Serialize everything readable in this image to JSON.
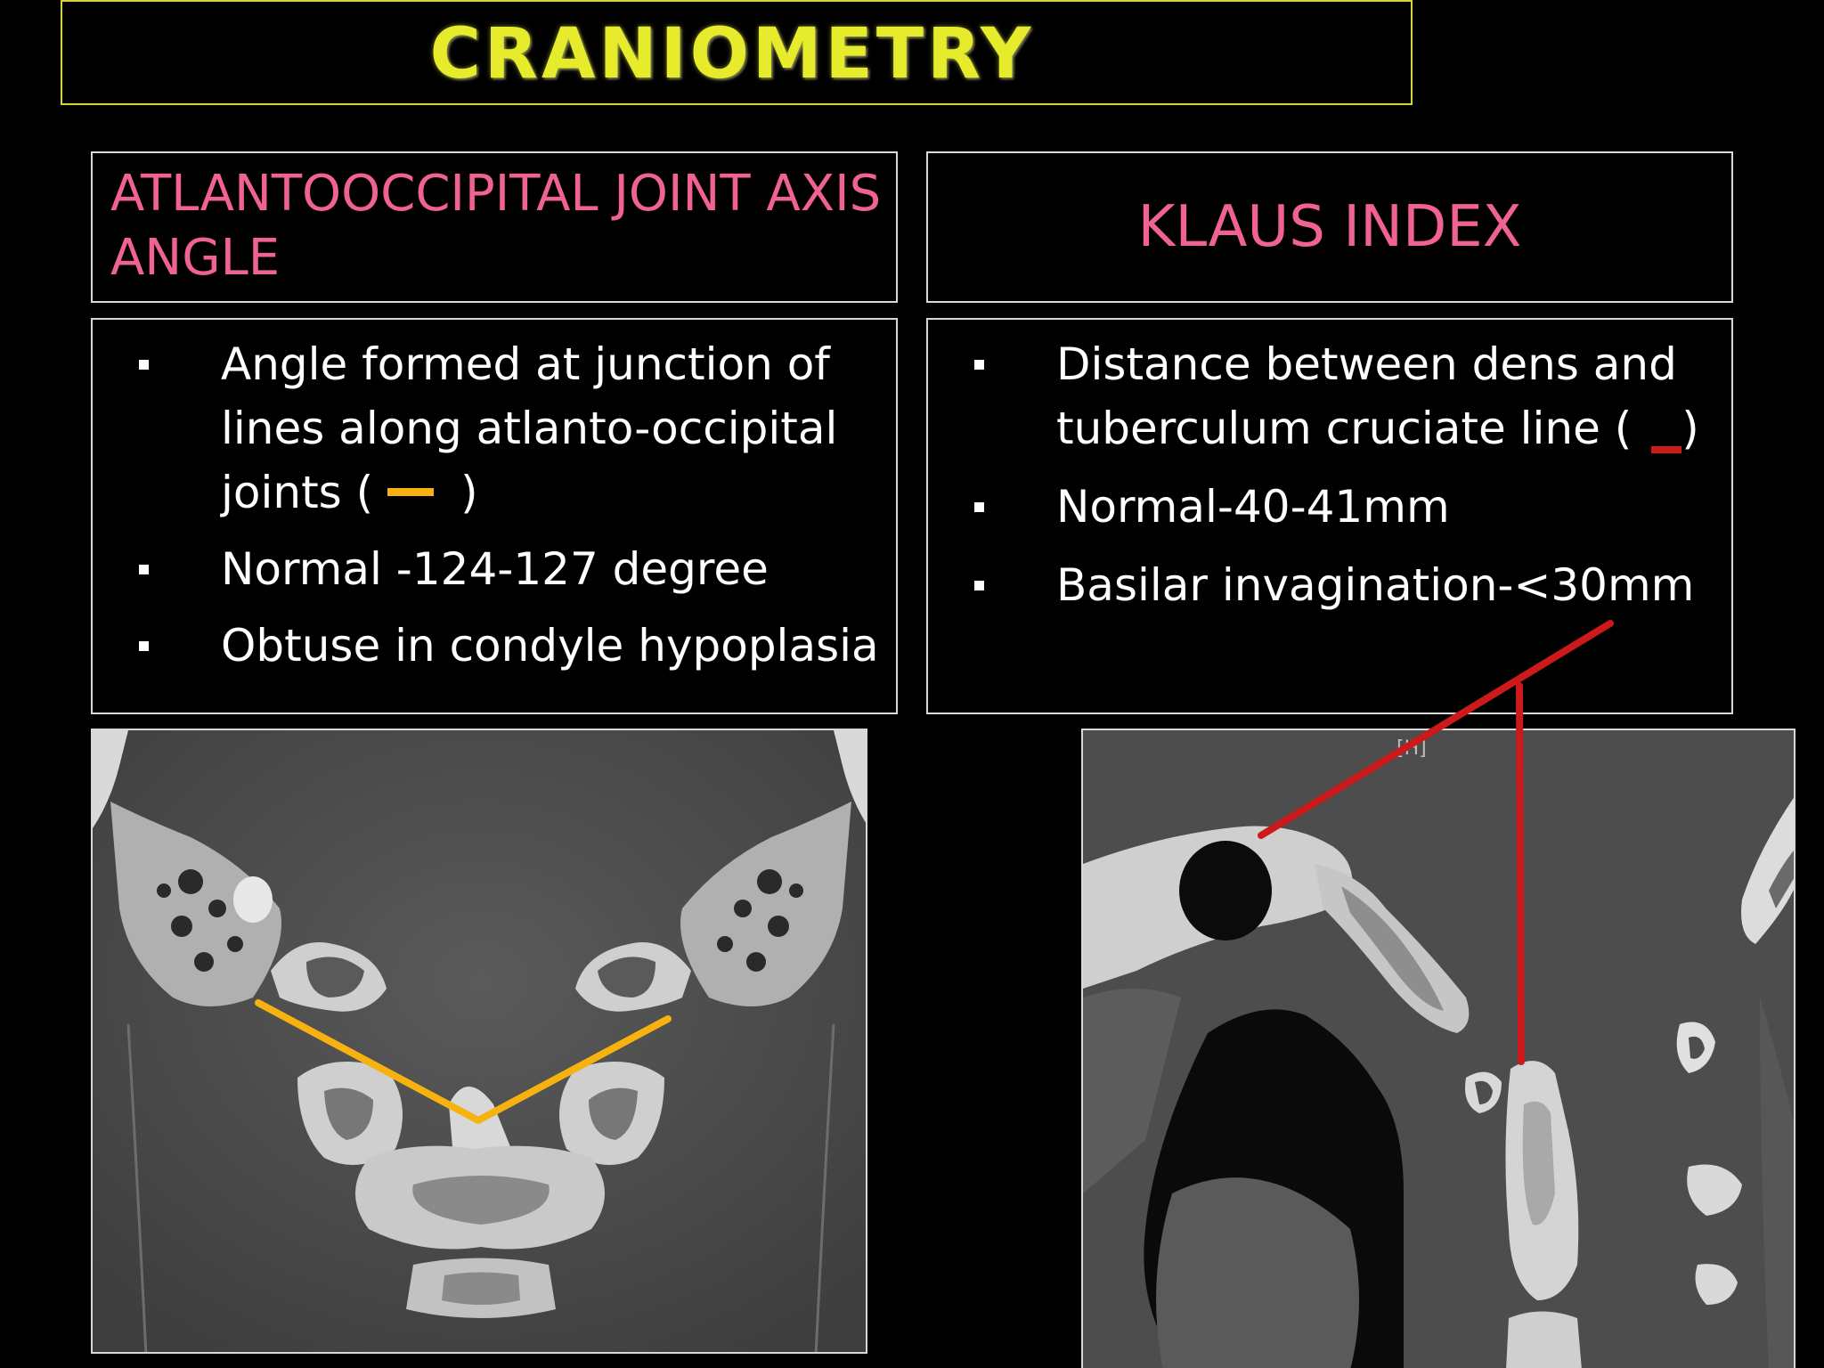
{
  "slide": {
    "title": "CRANIOMETRY"
  },
  "left_panel": {
    "heading": "ATLANTOOCCIPITAL JOINT AXIS ANGLE",
    "bullets": [
      {
        "before": "Angle formed at junction of lines along atlanto-occipital joints (",
        "after": ")"
      },
      {
        "text": "Normal -124-127 degree"
      },
      {
        "text": "Obtuse in condyle hypoplasia"
      }
    ],
    "line_color": "#f7b20f",
    "image": "coronal CT craniovertebral junction"
  },
  "right_panel": {
    "heading": "KLAUS INDEX",
    "bullets": [
      {
        "before": "Distance between dens and tuberculum cruciate line (",
        "after": ")"
      },
      {
        "text": "Normal-40-41mm"
      },
      {
        "text": "Basilar invagination-<30mm"
      }
    ],
    "line_color": "#cc1919",
    "image": "sagittal CT craniovertebral junction",
    "image_tag": "[H]"
  },
  "colors": {
    "background": "#000000",
    "title": "#e6ec2c",
    "heading": "#f06292",
    "body_text": "#ffffff",
    "border": "#d8d8d8"
  }
}
